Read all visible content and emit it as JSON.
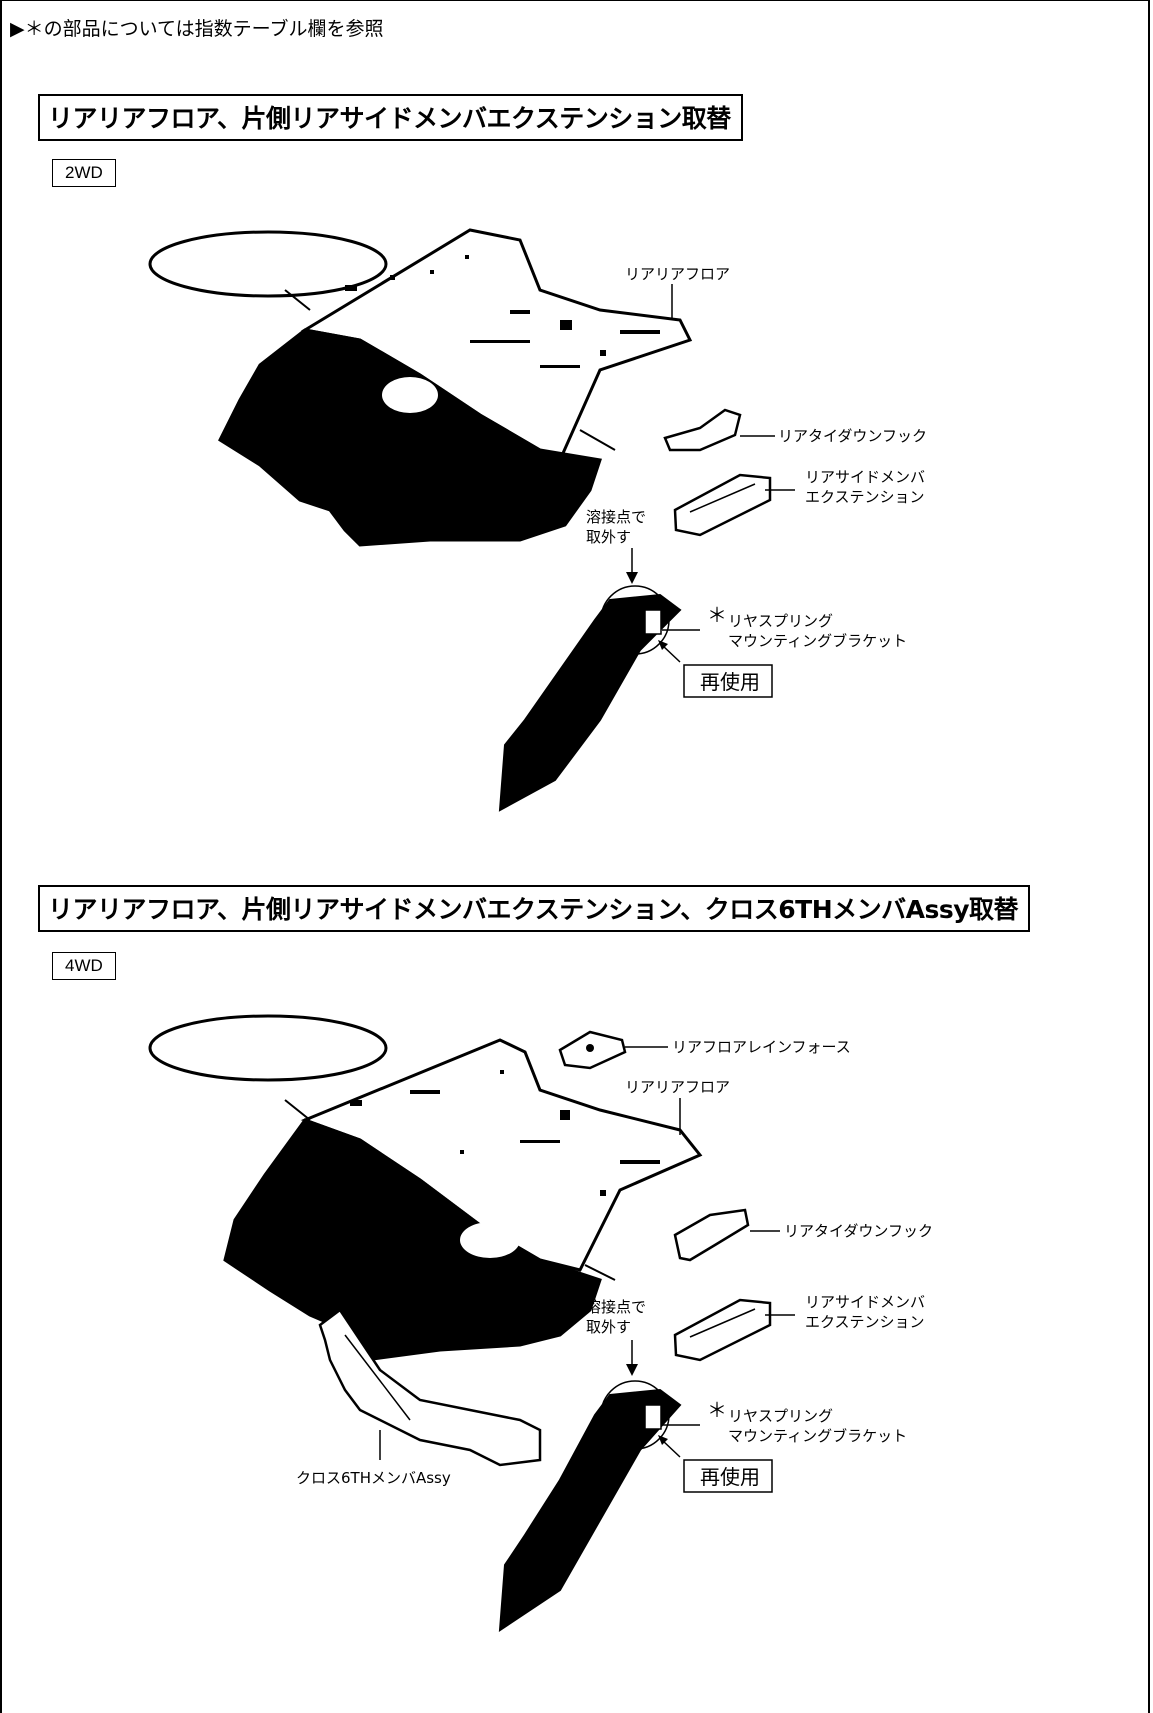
{
  "note": "▶＊の部品については指数テーブル欄を参照",
  "sections": [
    {
      "title": "リアリアフロア、片側リアサイドメンバエクステンション取替",
      "drive": "2WD",
      "labels": {
        "rear_rear_floor": "リアリアフロア",
        "tie_down_hook": "リアタイダウンフック",
        "side_member_ext_1": "リアサイドメンバ",
        "side_member_ext_2": "エクステンション",
        "weld_1": "溶接点で",
        "weld_2": "取外す",
        "asterisk": "＊",
        "spring_bracket_1": "リヤスプリング",
        "spring_bracket_2": "マウンティングブラケット",
        "reuse": "再使用"
      }
    },
    {
      "title": "リアリアフロア、片側リアサイドメンバエクステンション、クロス6THメンバAssy取替",
      "drive": "4WD",
      "labels": {
        "floor_reinforce": "リアフロアレインフォース",
        "rear_rear_floor": "リアリアフロア",
        "tie_down_hook": "リアタイダウンフック",
        "side_member_ext_1": "リアサイドメンバ",
        "side_member_ext_2": "エクステンション",
        "weld_1": "溶接点で",
        "weld_2": "取外す",
        "asterisk": "＊",
        "spring_bracket_1": "リヤスプリング",
        "spring_bracket_2": "マウンティングブラケット",
        "reuse": "再使用",
        "cross_member": "クロス6THメンバAssy"
      }
    }
  ]
}
